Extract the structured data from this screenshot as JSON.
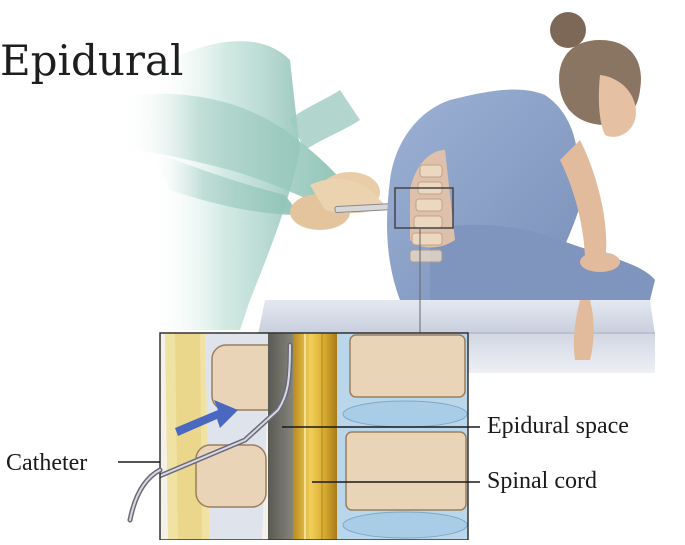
{
  "title": "Epidural",
  "labels": {
    "catheter": "Catheter",
    "epidural_space": "Epidural space",
    "spinal_cord": "Spinal cord"
  },
  "colors": {
    "gown_green": "#9fcac0",
    "glove": "#e6c9a4",
    "patient_gown": "#8ea4c8",
    "skin": "#e8c3a8",
    "hair": "#8a7462",
    "bench_top": "#d8dde9",
    "bone": "#ead4b8",
    "spinal_cord": "#d9b23a",
    "disc": "#a9cde6",
    "arrow": "#4a68c0",
    "label_text": "#1a1a1a"
  }
}
